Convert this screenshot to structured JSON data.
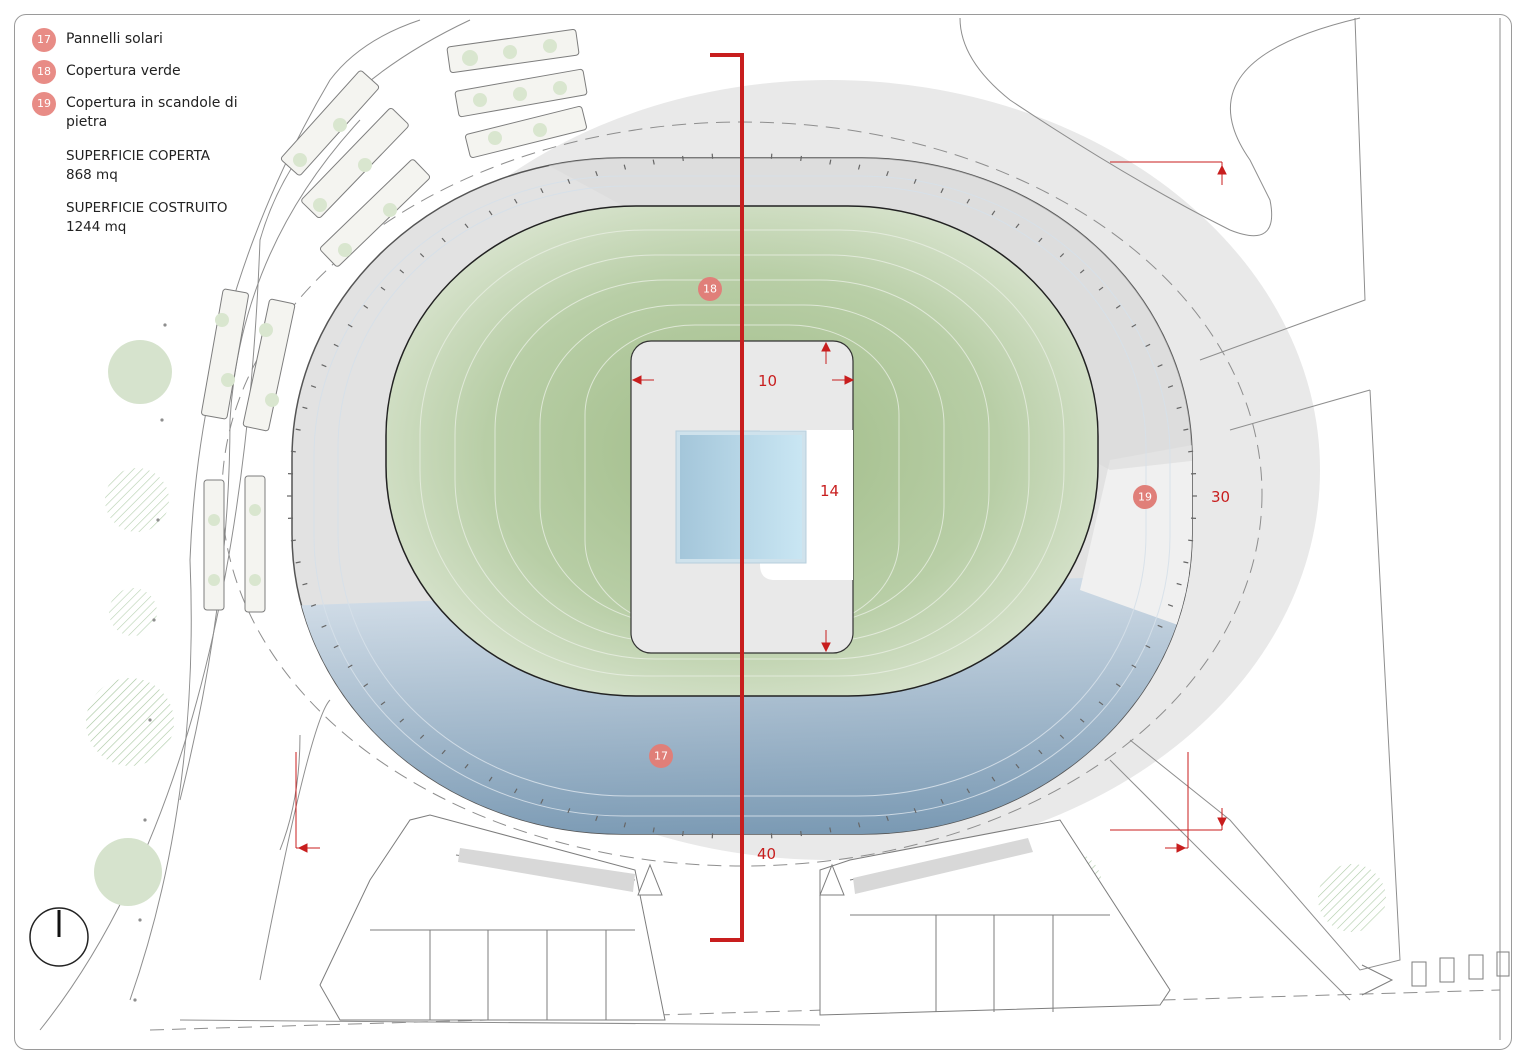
{
  "legend": {
    "items": [
      {
        "num": "17",
        "label": "Pannelli solari"
      },
      {
        "num": "18",
        "label": "Copertura verde"
      },
      {
        "num": "19",
        "label": "Copertura in scandole di pietra"
      }
    ],
    "coperta_label": "SUPERFICIE COPERTA",
    "coperta_value": "868 mq",
    "costruito_label": "SUPERFICIE COSTRUITO",
    "costruito_value": "1244 mq"
  },
  "markers": {
    "solar": "17",
    "green": "18",
    "stone": "19"
  },
  "dimensions": {
    "d10": "10",
    "d14": "14",
    "d30": "30",
    "d40": "40"
  },
  "colors": {
    "accent_red": "#c81e1e",
    "badge": "#e07f79",
    "green_roof": "#b9cfa6",
    "solar_blue": "#8ca9c2",
    "pool": "#a9d2e8",
    "stone": "#e4e4e4"
  },
  "icons": {
    "north_arrow": "north-arrow-icon"
  }
}
